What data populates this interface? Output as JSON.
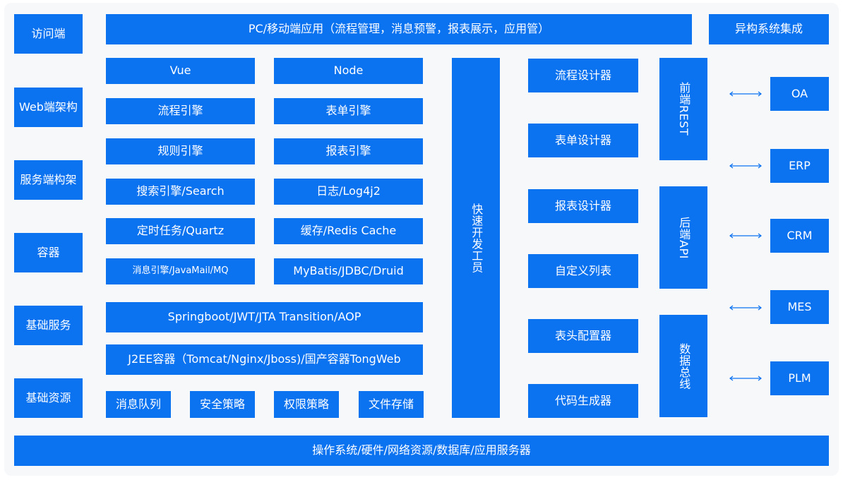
{
  "diagram": {
    "layers": [
      "访问端",
      "Web端架构",
      "服务端构架",
      "容器",
      "基础服务",
      "基础资源"
    ],
    "top_bar": "PC/移动端应用（流程管理，消息预警，报表展示，应用管）",
    "integration_title": "异构系统集成",
    "modules": {
      "vue": "Vue",
      "node": "Node",
      "flow_engine": "流程引擎",
      "form_engine": "表单引擎",
      "rule_engine": "规则引擎",
      "report_engine": "报表引擎",
      "search": "搜索引擎/Search",
      "log": "日志/Log4j2",
      "timer": "定时任务/Quartz",
      "cache": "缓存/Redis Cache",
      "message_engine": "消息引擎/JavaMail/MQ",
      "mybatis": "MyBatis/JDBC/Druid",
      "springboot": "Springboot/JWT/JTA Transition/AOP",
      "j2ee": "J2EE容器（Tomcat/Nginx/Jboss)/国产容器TongWeb"
    },
    "resources": [
      "消息队列",
      "安全策略",
      "权限策略",
      "文件存储"
    ],
    "dev_tool": "快速开发工员",
    "designers": [
      "流程设计器",
      "表单设计器",
      "报表设计器",
      "自定义列表",
      "表头配置器",
      "代码生成器"
    ],
    "interfaces": {
      "frontend": "前端REST",
      "backend": "后端API",
      "bus": "数据总线"
    },
    "systems": [
      "OA",
      "ERP",
      "CRM",
      "MES",
      "PLM"
    ],
    "bottom_bar": "操作系统/硬件/网络资源/数据库/应用服务器"
  },
  "colors": {
    "primary": "#0b72f0",
    "background": "#f7f8fa",
    "text": "#ffffff"
  }
}
